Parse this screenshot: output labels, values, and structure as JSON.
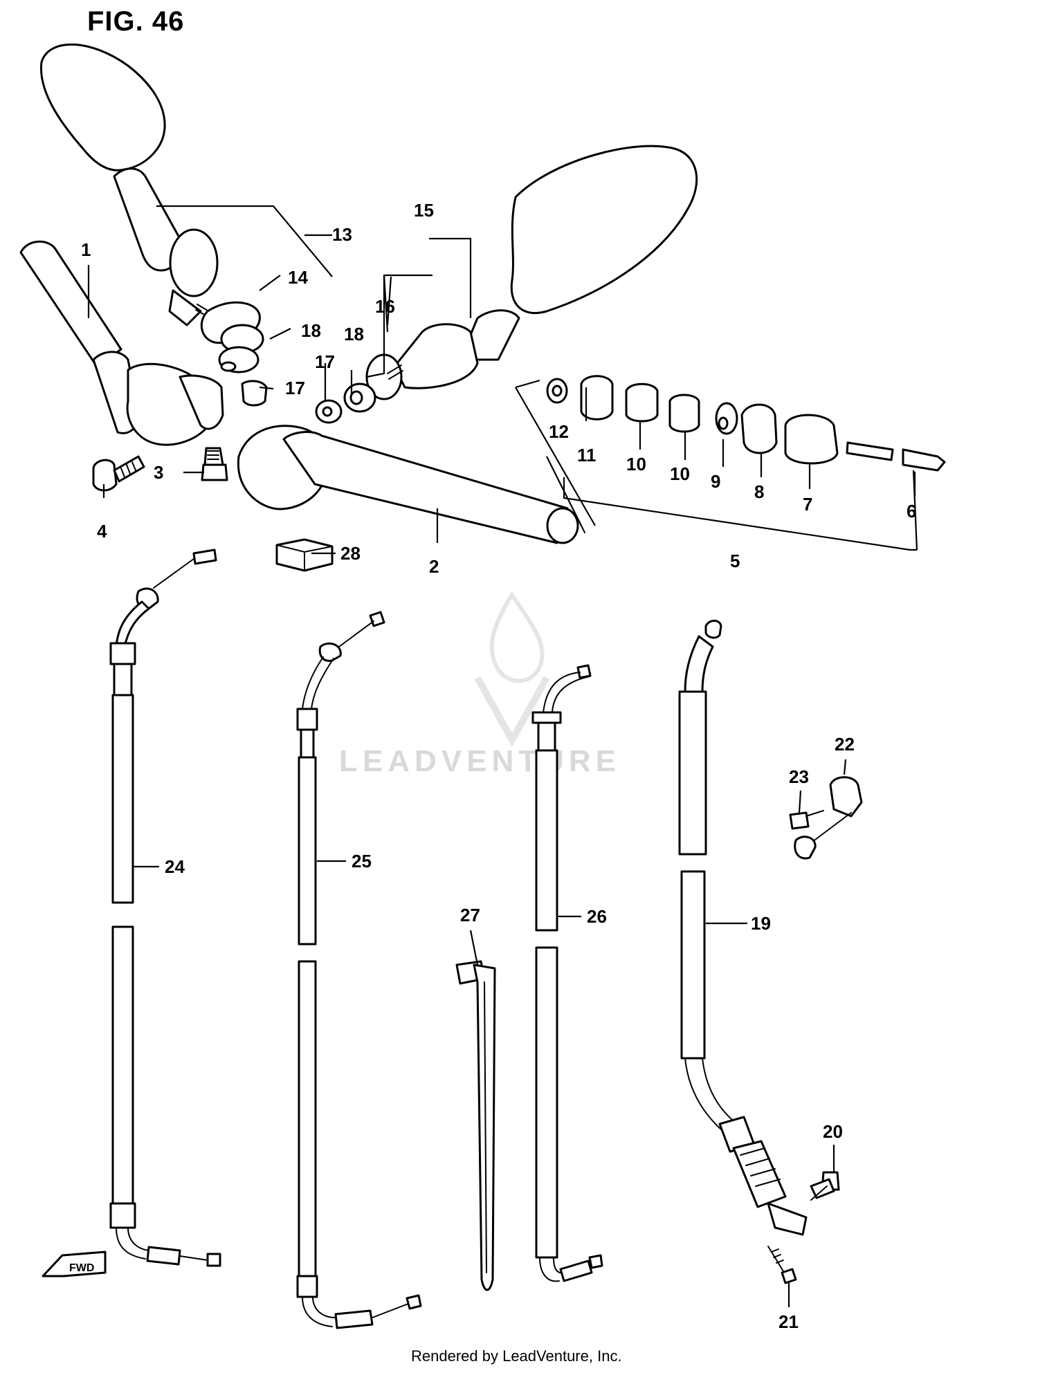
{
  "figure": {
    "title": "FIG. 46"
  },
  "footer": {
    "text": "Rendered by LeadVenture, Inc."
  },
  "watermark": {
    "text": "LEADVENTURE",
    "color": "#d9d9d9"
  },
  "direction_marker": {
    "text": "FWD"
  },
  "callouts": [
    {
      "id": "c1",
      "label": "1"
    },
    {
      "id": "c2",
      "label": "2"
    },
    {
      "id": "c3",
      "label": "3"
    },
    {
      "id": "c4",
      "label": "4"
    },
    {
      "id": "c5",
      "label": "5"
    },
    {
      "id": "c6",
      "label": "6"
    },
    {
      "id": "c7",
      "label": "7"
    },
    {
      "id": "c8",
      "label": "8"
    },
    {
      "id": "c9",
      "label": "9"
    },
    {
      "id": "c10a",
      "label": "10"
    },
    {
      "id": "c10b",
      "label": "10"
    },
    {
      "id": "c11",
      "label": "11"
    },
    {
      "id": "c12",
      "label": "12"
    },
    {
      "id": "c13",
      "label": "13"
    },
    {
      "id": "c14",
      "label": "14"
    },
    {
      "id": "c15",
      "label": "15"
    },
    {
      "id": "c16",
      "label": "16"
    },
    {
      "id": "c17a",
      "label": "17"
    },
    {
      "id": "c17b",
      "label": "17"
    },
    {
      "id": "c18a",
      "label": "18"
    },
    {
      "id": "c18b",
      "label": "18"
    },
    {
      "id": "c19",
      "label": "19"
    },
    {
      "id": "c20",
      "label": "20"
    },
    {
      "id": "c21",
      "label": "21"
    },
    {
      "id": "c22",
      "label": "22"
    },
    {
      "id": "c23",
      "label": "23"
    },
    {
      "id": "c24",
      "label": "24"
    },
    {
      "id": "c25",
      "label": "25"
    },
    {
      "id": "c26",
      "label": "26"
    },
    {
      "id": "c27",
      "label": "27"
    },
    {
      "id": "c28",
      "label": "28"
    }
  ]
}
